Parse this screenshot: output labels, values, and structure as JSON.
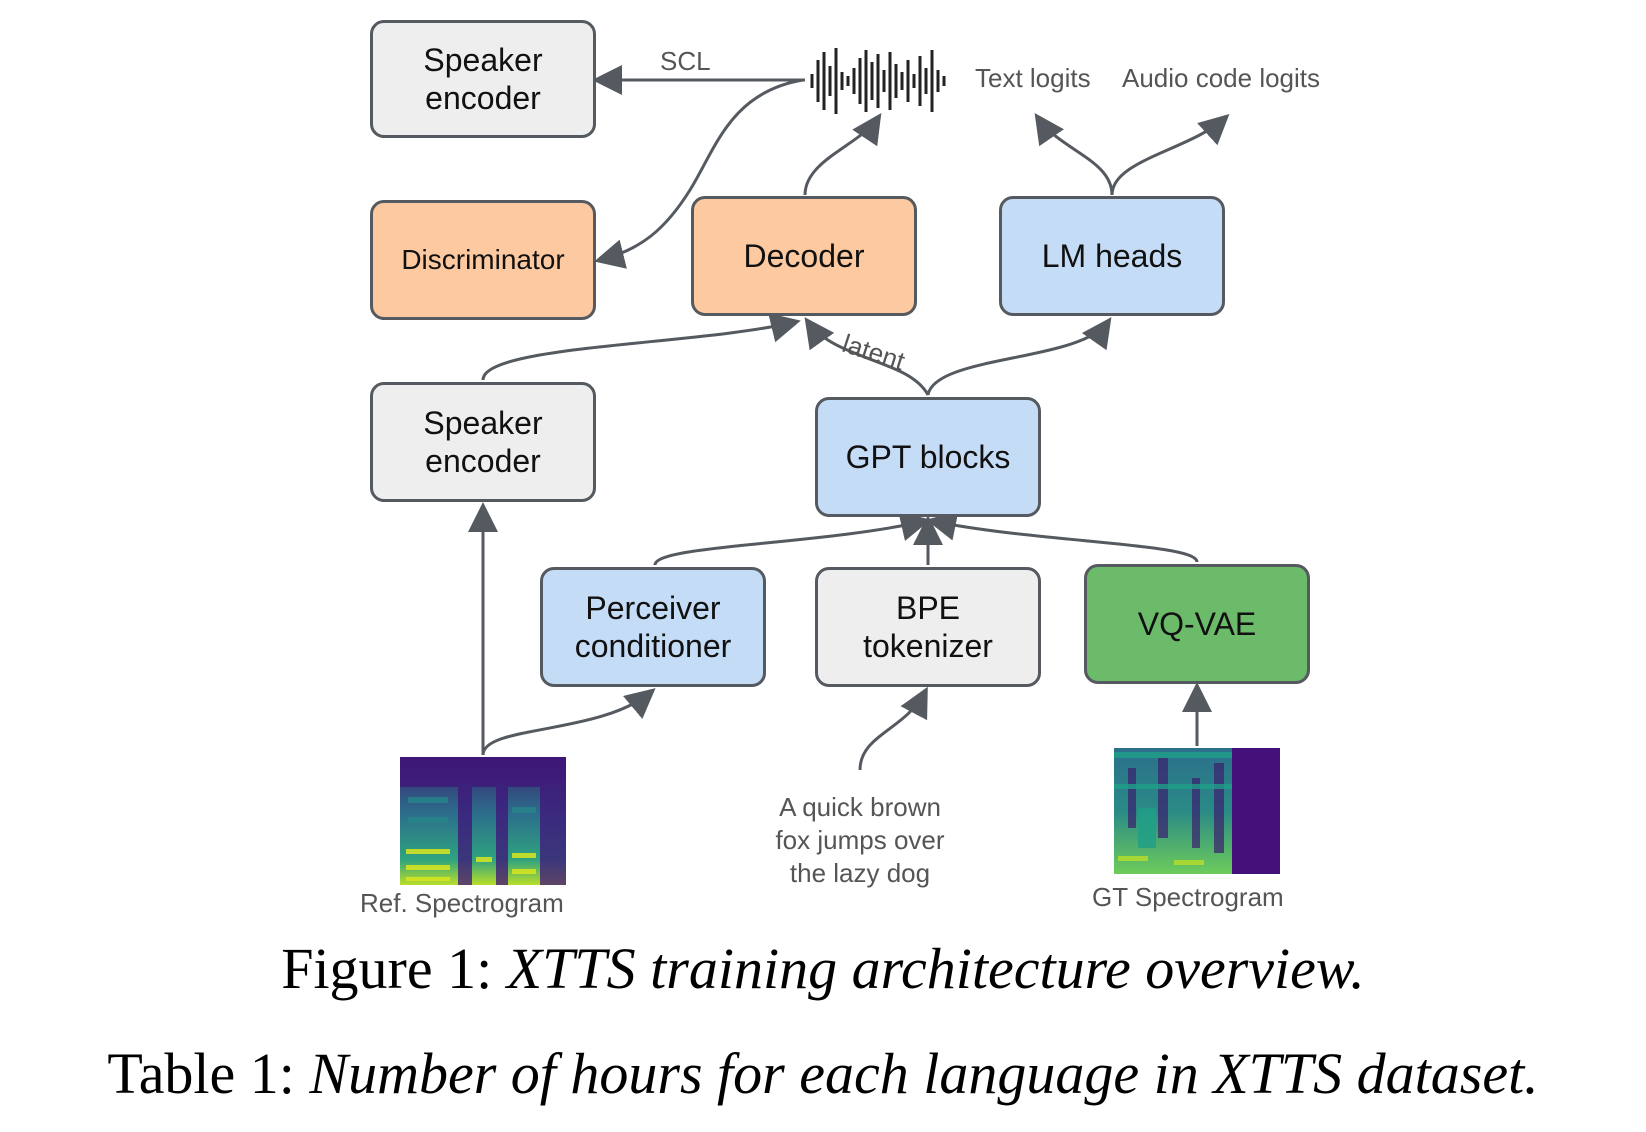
{
  "nodes": {
    "speaker_encoder_top": "Speaker\nencoder",
    "discriminator": "Discriminator",
    "decoder": "Decoder",
    "lm_heads": "LM heads",
    "speaker_encoder_mid": "Speaker\nencoder",
    "gpt_blocks": "GPT blocks",
    "perceiver": "Perceiver\nconditioner",
    "bpe": "BPE\ntokenizer",
    "vqvae": "VQ-VAE"
  },
  "labels": {
    "scl": "SCL",
    "text_logits": "Text logits",
    "audio_code_logits": "Audio code logits",
    "latent": "latent",
    "input_text_line1": "A quick brown",
    "input_text_line2": "fox jumps over",
    "input_text_line3": "the lazy dog",
    "ref_spectrogram": "Ref. Spectrogram",
    "gt_spectrogram": "GT Spectrogram"
  },
  "captions": {
    "figure_prefix": "Figure 1: ",
    "figure_text": "XTTS training architecture overview.",
    "table_prefix": "Table 1: ",
    "table_text": "Number of hours for each language in XTTS dataset."
  },
  "colors": {
    "gray_box": "#eeeeee",
    "orange_box": "#fcc9a1",
    "blue_box": "#c5dcf6",
    "green_box": "#6cbb6a",
    "arrow": "#555a60"
  },
  "icons": {
    "waveform": "audio-waveform-icon",
    "ref_spectrogram": "spectrogram-image",
    "gt_spectrogram": "spectrogram-image"
  }
}
